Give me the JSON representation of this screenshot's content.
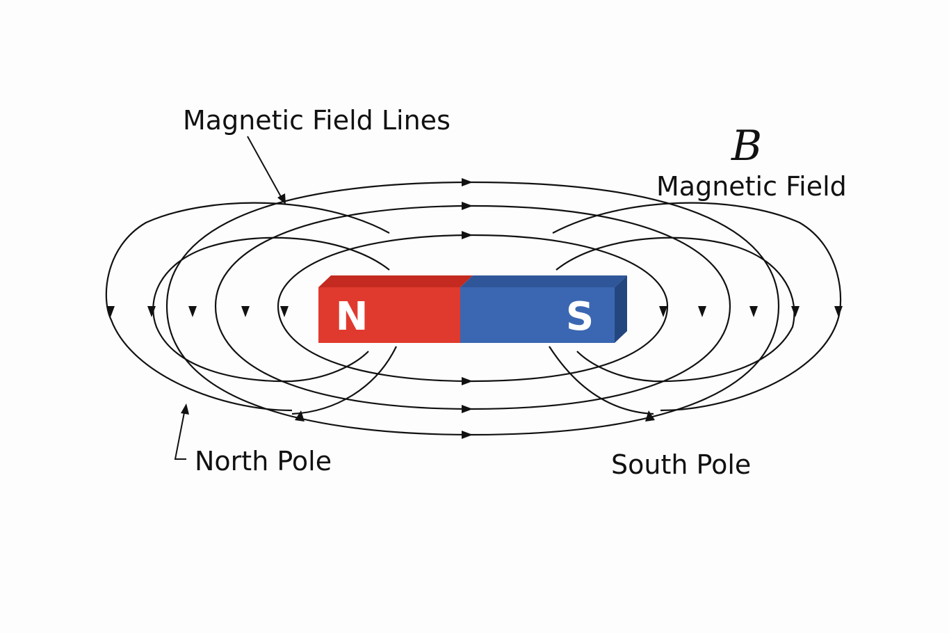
{
  "labels": {
    "field_lines": "Magnetic Field Lines",
    "symbol": "B",
    "field": "Magnetic Field",
    "north_pole": "North Pole",
    "south_pole": "South Pole"
  },
  "magnet": {
    "north_letter": "N",
    "south_letter": "S",
    "north_color": "#e03a2e",
    "north_top_color": "#c42a1f",
    "south_color": "#3b67b2",
    "south_top_color": "#2f5699",
    "south_side_color": "#24467f"
  },
  "icons": [
    "arrowhead-icon"
  ]
}
